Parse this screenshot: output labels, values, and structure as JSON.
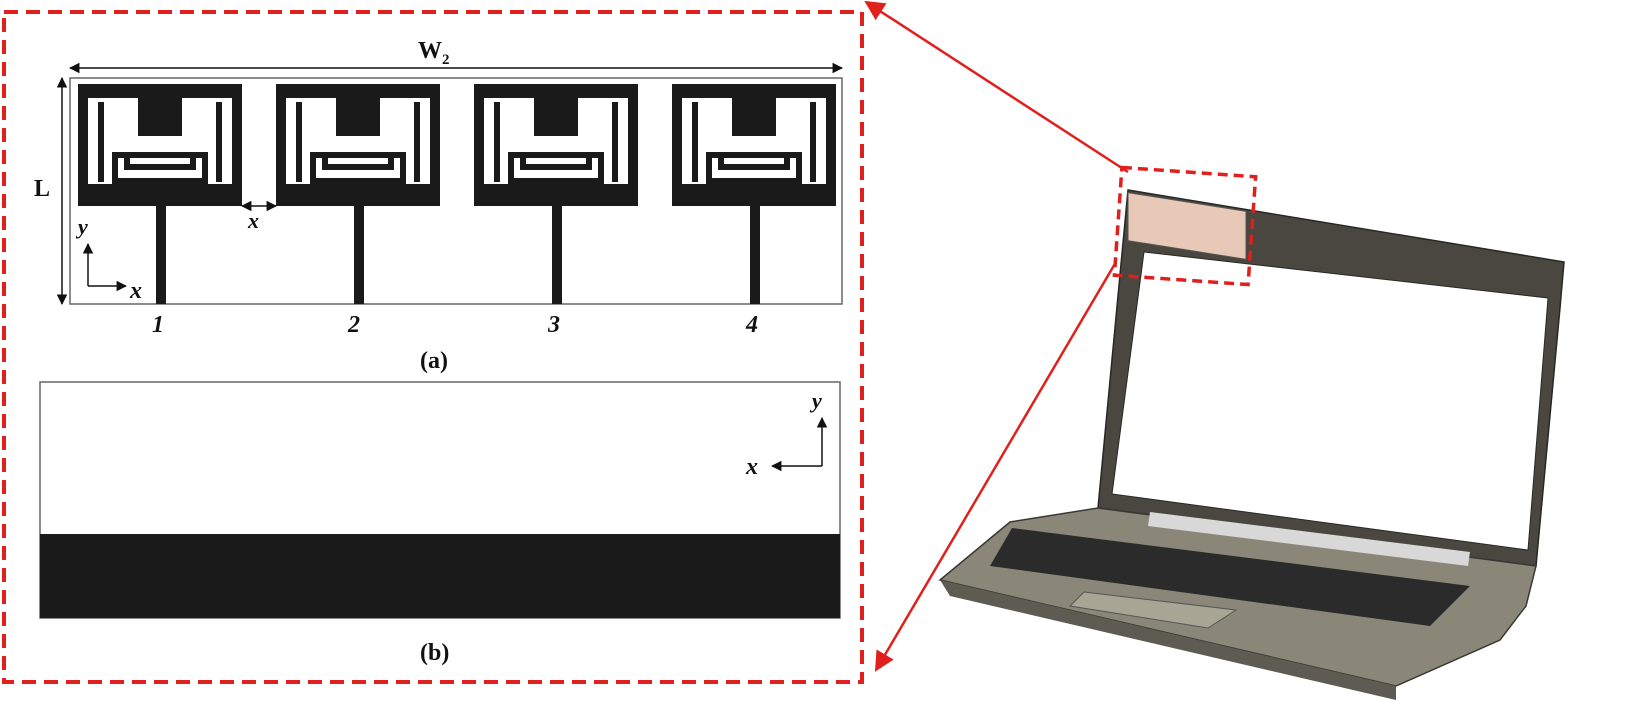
{
  "dims": {
    "width_label": "W",
    "width_sub": "2",
    "length_label": "L",
    "gap_label": "x"
  },
  "axes_front": {
    "y": "y",
    "x": "x"
  },
  "axes_back": {
    "y": "y",
    "x": "x"
  },
  "ports": [
    "1",
    "2",
    "3",
    "4"
  ],
  "captions": {
    "a": "(a)",
    "b": "(b)"
  },
  "colors": {
    "callout": "#e0201c",
    "metal": "#1a1a1a",
    "laptop_body": "#6e6b60",
    "laptop_bezel": "#4a4741",
    "keyboard": "#2b2b2b",
    "antenna_highlight": "#e8c9b8"
  }
}
